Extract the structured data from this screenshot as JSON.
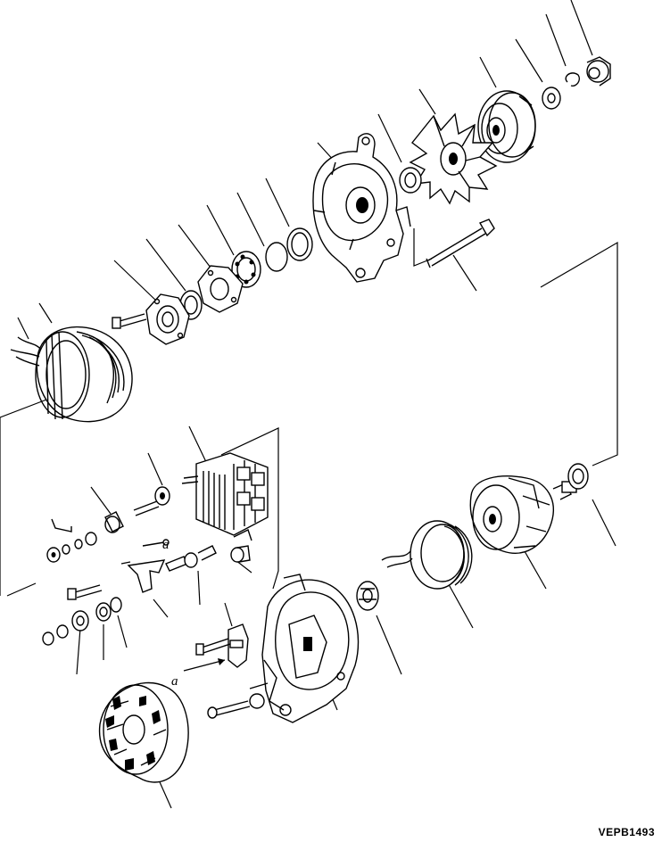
{
  "diagram": {
    "ref_code": "VEPB1493",
    "callout_letters": [
      "a",
      "a"
    ]
  }
}
